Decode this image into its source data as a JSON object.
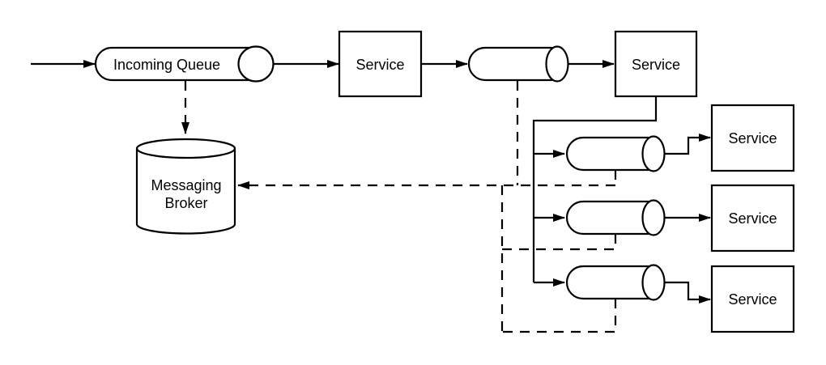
{
  "diagram": {
    "type": "flow-diagram",
    "colors": {
      "background": "#ffffff",
      "stroke": "#000000",
      "shape_fill": "#ffffff",
      "text": "#000000"
    },
    "nodes": {
      "incoming_queue": {
        "label": "Incoming Queue",
        "shape": "queue"
      },
      "messaging_broker": {
        "label": "Messaging Broker",
        "lines": [
          "Messaging",
          "Broker"
        ],
        "shape": "cylinder"
      },
      "service_1": {
        "label": "Service",
        "shape": "rectangle"
      },
      "service_2": {
        "label": "Service",
        "shape": "rectangle"
      },
      "service_3": {
        "label": "Service",
        "shape": "rectangle"
      },
      "service_4": {
        "label": "Service",
        "shape": "rectangle"
      },
      "service_5": {
        "label": "Service",
        "shape": "rectangle"
      },
      "queue_2": {
        "label": "",
        "shape": "queue"
      },
      "queue_3": {
        "label": "",
        "shape": "queue"
      },
      "queue_4": {
        "label": "",
        "shape": "queue"
      },
      "queue_5": {
        "label": "",
        "shape": "queue"
      }
    }
  }
}
